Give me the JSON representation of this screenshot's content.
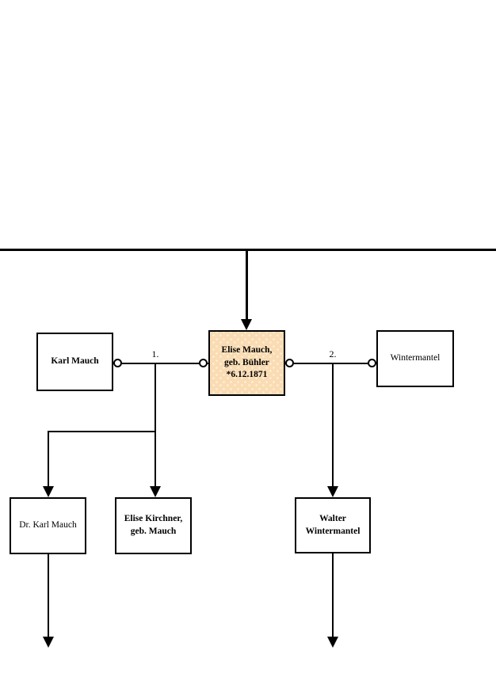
{
  "colors": {
    "line": "#000000",
    "box_fill": "#ffffff",
    "highlight_fill": "#fadcb4",
    "highlight_dot": "#fff3dc"
  },
  "marriages": {
    "first_label": "1.",
    "second_label": "2."
  },
  "persons": {
    "karl_mauch": {
      "label": "Karl Mauch"
    },
    "elise_mauch": {
      "label": "Elise Mauch,\ngeb. Bühler\n*6.12.1871"
    },
    "wintermantel": {
      "label": "Wintermantel"
    },
    "dr_karl_mauch": {
      "label": "Dr. Karl Mauch"
    },
    "elise_kirchner": {
      "label": "Elise Kirchner,\ngeb. Mauch"
    },
    "walter_wintermantel": {
      "label": "Walter\nWintermantel"
    }
  }
}
